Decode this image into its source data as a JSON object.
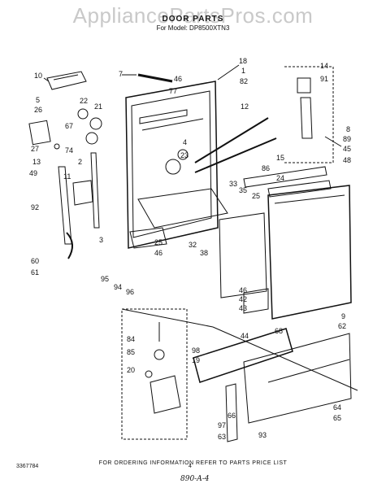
{
  "header": {
    "watermark": "AppliancePartsPros.com",
    "title": "DOOR PARTS",
    "model": "For Model: DP8500XTN3"
  },
  "callouts": [
    "10",
    "7",
    "18",
    "46",
    "1",
    "77",
    "82",
    "5",
    "22",
    "26",
    "21",
    "67",
    "4",
    "23",
    "27",
    "13",
    "74",
    "2",
    "49",
    "11",
    "92",
    "3",
    "33",
    "35",
    "25",
    "60",
    "61",
    "95",
    "94",
    "96",
    "46",
    "25",
    "32",
    "38",
    "12",
    "14",
    "91",
    "8",
    "89",
    "45",
    "15",
    "86",
    "24",
    "48",
    "46",
    "42",
    "43",
    "44",
    "68",
    "84",
    "85",
    "20",
    "98",
    "19",
    "9",
    "62",
    "63",
    "93",
    "64",
    "65",
    "66",
    "97"
  ],
  "footer": {
    "note": "FOR ORDERING INFORMATION REFER TO PARTS PRICE LIST",
    "part_number": "3367784",
    "page": "4",
    "handwritten": "890-A-4"
  }
}
